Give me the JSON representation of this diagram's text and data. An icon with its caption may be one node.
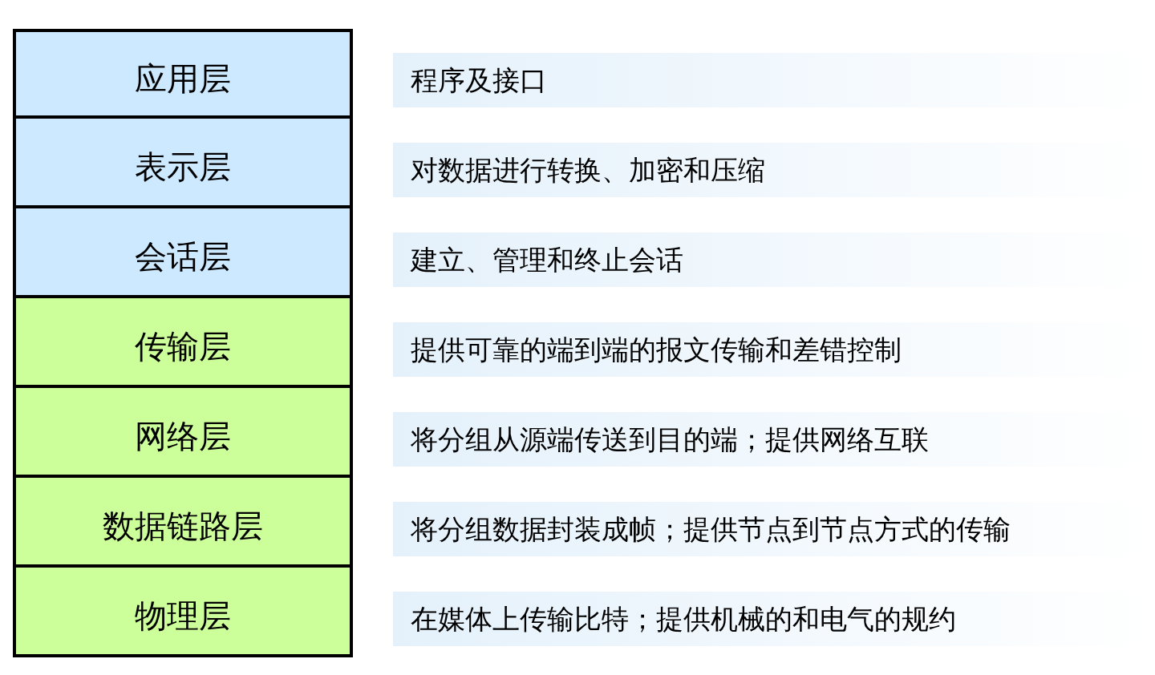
{
  "diagram": {
    "nodes": [
      {
        "text": [
          "应用层"
        ],
        "beside": [
          "程序及接口"
        ]
      },
      {
        "text": [
          "表示层"
        ],
        "beside": [
          "对数据进行转换、加密和压缩"
        ]
      },
      {
        "text": [
          "会话层"
        ],
        "beside": [
          "建立、管理和终止会话"
        ]
      },
      {
        "text": [
          "传输层"
        ],
        "beside": [
          "提供可靠的端到端的报文传输和差错控制"
        ]
      },
      {
        "text": [
          "网络层"
        ],
        "beside": [
          "将分组从源端传送到目的端；提供网络互联"
        ]
      },
      {
        "text": [
          "数据链路层"
        ],
        "beside": [
          "将分组数据封装成帧；提供节点到节点方式的传输"
        ]
      },
      {
        "text": [
          "物理层"
        ],
        "beside": [
          "在媒体上传输比特；提供机械的和电气的规约"
        ]
      }
    ]
  }
}
